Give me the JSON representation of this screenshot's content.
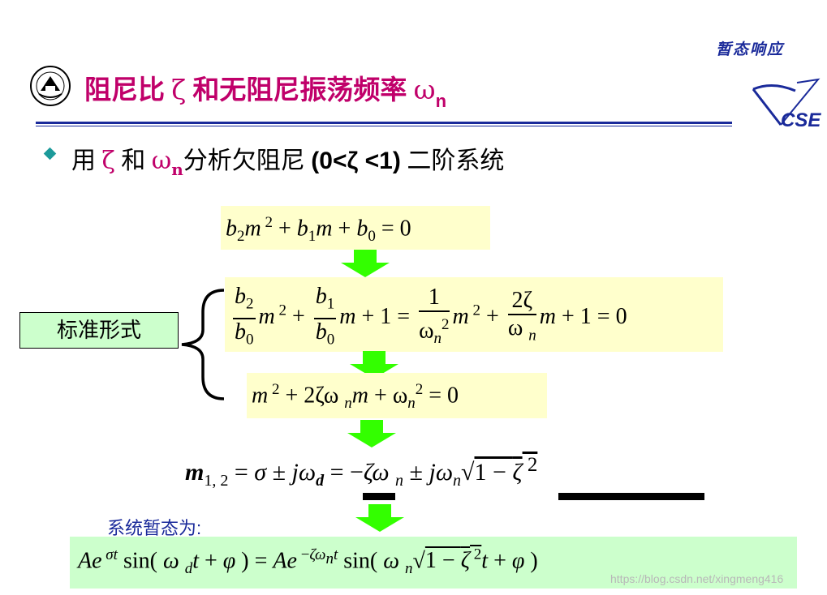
{
  "header": {
    "corner_label": "暂态响应",
    "title_prefix": "阻尼比",
    "title_zeta": "ζ",
    "title_mid": "和无阻尼振荡频率",
    "title_omega": "ω",
    "title_sub": "n",
    "cse_logo_text": "CSE"
  },
  "bullet": {
    "t1": "用",
    "zeta": "ζ",
    "t2": "和",
    "omega": "ω",
    "sub_n": "n",
    "t3": "分析欠阻尼",
    "range": "(0<ζ <1)",
    "t4": "二阶系统"
  },
  "standard_form_label": "标准形式",
  "transient_label": "系统暂态为:",
  "watermark": "https://blog.csdn.net/xingmeng416",
  "colors": {
    "title": "#c0006a",
    "rule": "#1a2a9a",
    "box_yellow": "#ffffcc",
    "box_green": "#ccffcc",
    "arrow": "#33ff00"
  },
  "icons": [
    "university-seal-icon",
    "cse-logo-icon",
    "bullet-diamond-icon",
    "down-arrow-icon",
    "curly-brace-icon"
  ]
}
